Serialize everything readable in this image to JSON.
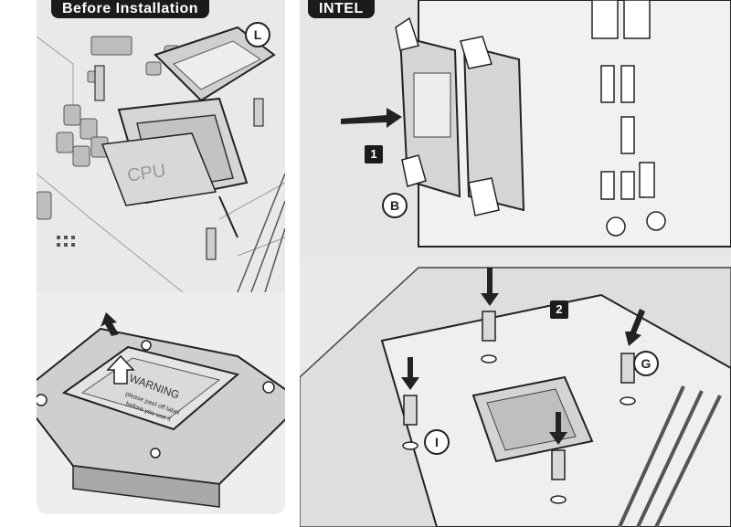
{
  "sections": {
    "before_title": "Before Installation",
    "intel_title": "INTEL"
  },
  "steps": {
    "step1": "1",
    "step2": "2"
  },
  "callouts": {
    "l": "L",
    "b": "B",
    "g": "G",
    "i": "I"
  },
  "labels": {
    "cpu": "CPU",
    "warning": "WARNING",
    "warning_line1": "please peel off label",
    "warning_line2": "before you use it"
  }
}
